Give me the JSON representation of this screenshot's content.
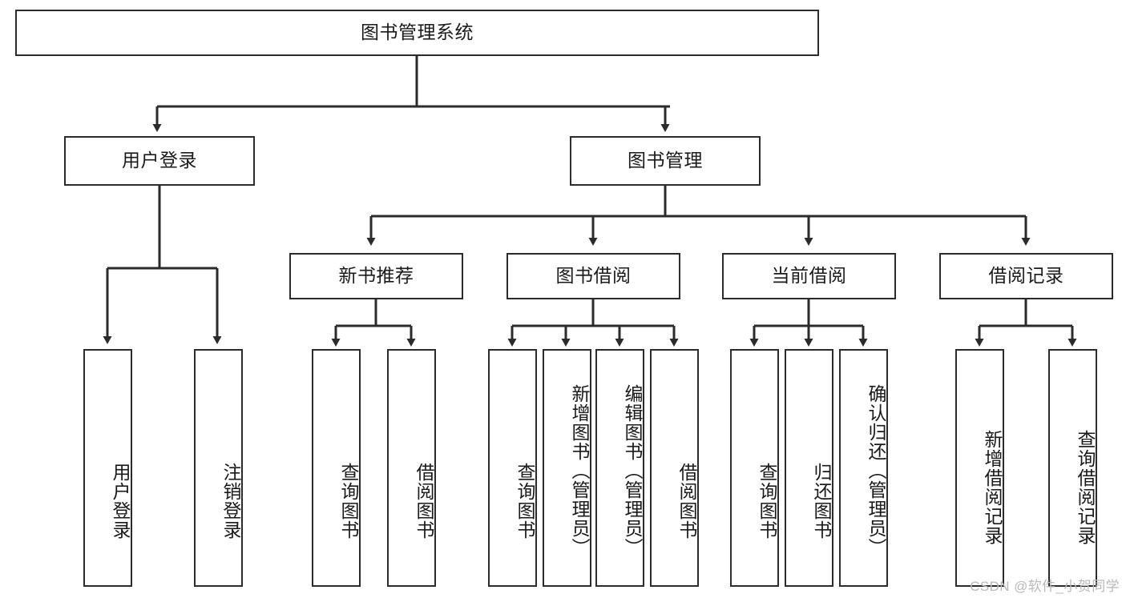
{
  "diagram": {
    "title": "图书管理系统",
    "type": "tree-hierarchy",
    "watermark": "CSDN @软件_小贺同学",
    "colors": {
      "stroke": "#2b2b2b",
      "fill": "#ffffff",
      "text": "#1a1a1a",
      "watermark": "#b9b9b9"
    },
    "levels": {
      "root": {
        "label": "图书管理系统"
      },
      "level2": [
        {
          "label": "用户登录"
        },
        {
          "label": "图书管理"
        }
      ],
      "level3": [
        {
          "label": "新书推荐"
        },
        {
          "label": "图书借阅"
        },
        {
          "label": "当前借阅"
        },
        {
          "label": "借阅记录"
        }
      ],
      "leaves": {
        "user_login": [
          {
            "label": "用户登录"
          },
          {
            "label": "注销登录"
          }
        ],
        "new_book_recommend": [
          {
            "label": "查询图书"
          },
          {
            "label": "借阅图书"
          }
        ],
        "book_borrow": [
          {
            "label": "查询图书"
          },
          {
            "label": "新增图书（管理员）"
          },
          {
            "label": "编辑图书（管理员）"
          },
          {
            "label": "借阅图书"
          }
        ],
        "current_borrow": [
          {
            "label": "查询图书"
          },
          {
            "label": "归还图书"
          },
          {
            "label": "确认归还（管理员）"
          }
        ],
        "borrow_record": [
          {
            "label": "新增借阅记录"
          },
          {
            "label": "查询借阅记录"
          }
        ]
      }
    }
  }
}
